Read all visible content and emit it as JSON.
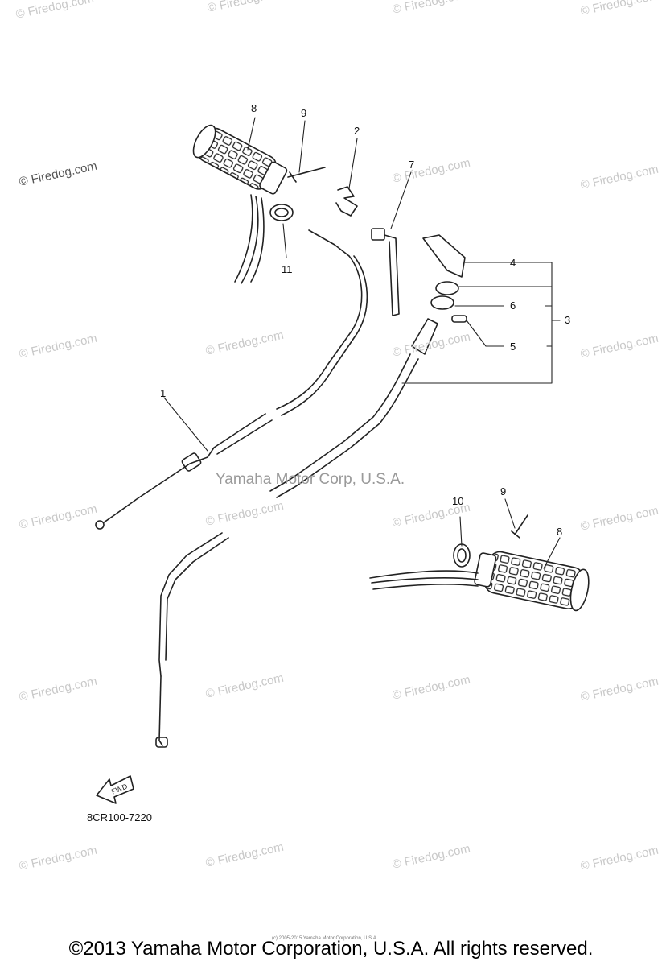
{
  "watermark": {
    "text": "© Firedog.com",
    "center_text": "Yamaha Motor Corp, U.S.A."
  },
  "callouts": {
    "c1": "1",
    "c2": "2",
    "c3": "3",
    "c4": "4",
    "c5": "5",
    "c6": "6",
    "c7": "7",
    "c8a": "8",
    "c8b": "8",
    "c9a": "9",
    "c9b": "9",
    "c10": "10",
    "c11": "11"
  },
  "fwd_label": "FWD",
  "part_code": "8CR100-7220",
  "tiny_note": "(c) 2005-2015 Yamaha Motor Corporation, U.S.A.",
  "footer": "©2013 Yamaha Motor Corporation, U.S.A. All rights reserved."
}
